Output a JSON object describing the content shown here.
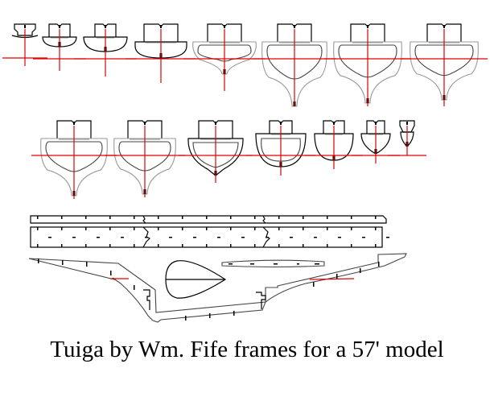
{
  "title": "Tuiga by Wm. Fife frames for a 57' model",
  "subject": {
    "yacht": "Tuiga",
    "designer": "Wm. Fife",
    "model_length": "57'"
  },
  "colors": {
    "outline": "#000000",
    "centerline": "#e00000",
    "background": "#ffffff"
  },
  "frames": {
    "row1": [
      {
        "id": 1,
        "type": "transom-small"
      },
      {
        "id": 2,
        "type": "shallow"
      },
      {
        "id": 3,
        "type": "shallow"
      },
      {
        "id": 4,
        "type": "flat"
      },
      {
        "id": 5,
        "type": "keel-short"
      },
      {
        "id": 6,
        "type": "keel-long"
      },
      {
        "id": 7,
        "type": "keel-mid"
      },
      {
        "id": 8,
        "type": "keel-mid"
      }
    ],
    "row2": [
      {
        "id": 9,
        "type": "keel-mid"
      },
      {
        "id": 10,
        "type": "keel-mid"
      },
      {
        "id": 11,
        "type": "v-hull"
      },
      {
        "id": 12,
        "type": "round"
      },
      {
        "id": 13,
        "type": "bow-round"
      },
      {
        "id": 14,
        "type": "bow-v"
      },
      {
        "id": 15,
        "type": "stem"
      }
    ]
  },
  "parts": [
    {
      "name": "upper-strip",
      "kind": "keelson strip"
    },
    {
      "name": "lower-strip",
      "kind": "backbone strip"
    },
    {
      "name": "keel-profile",
      "kind": "keel / backbone profile"
    },
    {
      "name": "rudder",
      "kind": "rudder blade"
    },
    {
      "name": "tiller-strip",
      "kind": "small strip"
    }
  ]
}
